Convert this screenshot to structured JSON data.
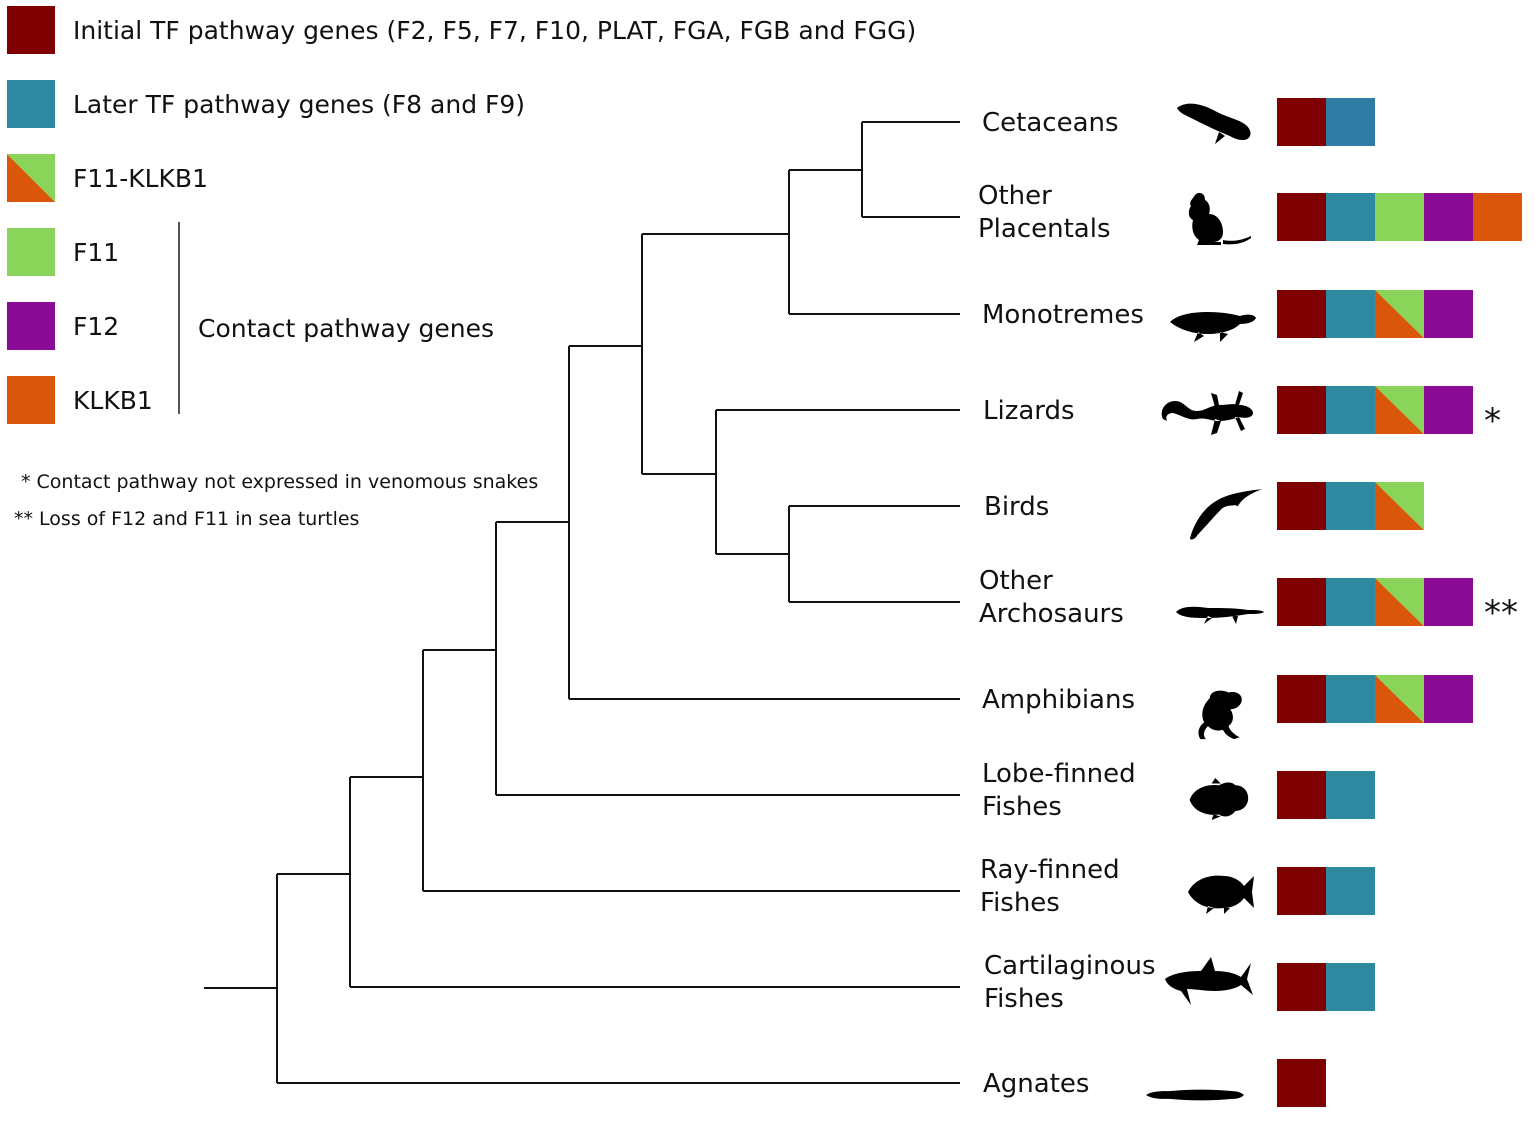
{
  "colors": {
    "initial": "#7f0000",
    "later": "#2e8aa0",
    "later_alt": "#2e7ca3",
    "f11": "#8bd45a",
    "f12": "#8a0b94",
    "klkb1": "#d9560a"
  },
  "legend": {
    "items": [
      {
        "key": "initial",
        "label": "Initial TF pathway genes (F2, F5, F7, F10, PLAT, FGA, FGB  and FGG)",
        "swatch": "initial"
      },
      {
        "key": "later",
        "label": "Later TF pathway genes (F8 and F9)",
        "swatch": "later"
      },
      {
        "key": "f11klkb1",
        "label": "F11-KLKB1",
        "swatch": "split"
      },
      {
        "key": "f11",
        "label": "F11",
        "swatch": "f11"
      },
      {
        "key": "f12",
        "label": "F12",
        "swatch": "f12"
      },
      {
        "key": "klkb1",
        "label": "KLKB1",
        "swatch": "klkb1"
      }
    ],
    "group_label": "Contact pathway genes"
  },
  "notes": [
    "* Contact pathway not expressed in venomous snakes",
    "** Loss of F12 and F11 in sea turtles"
  ],
  "taxa": [
    {
      "id": "cetaceans",
      "lines": [
        "Cetaceans"
      ],
      "icon": "whale-icon",
      "genes": [
        "initial",
        "later_alt"
      ],
      "mark": ""
    },
    {
      "id": "other-placentals",
      "lines": [
        "Other",
        "Placentals"
      ],
      "icon": "rodent-icon",
      "genes": [
        "initial",
        "later",
        "f11",
        "f12",
        "klkb1"
      ],
      "mark": ""
    },
    {
      "id": "monotremes",
      "lines": [
        "Monotremes"
      ],
      "icon": "platypus-icon",
      "genes": [
        "initial",
        "later",
        "split",
        "f12"
      ],
      "mark": ""
    },
    {
      "id": "lizards",
      "lines": [
        "Lizards"
      ],
      "icon": "lizard-icon",
      "genes": [
        "initial",
        "later",
        "split",
        "f12"
      ],
      "mark": "*"
    },
    {
      "id": "birds",
      "lines": [
        "Birds"
      ],
      "icon": "bird-icon",
      "genes": [
        "initial",
        "later",
        "split"
      ],
      "mark": ""
    },
    {
      "id": "other-archosaurs",
      "lines": [
        "Other",
        "Archosaurs"
      ],
      "icon": "crocodile-icon",
      "genes": [
        "initial",
        "later",
        "split",
        "f12"
      ],
      "mark": "**"
    },
    {
      "id": "amphibians",
      "lines": [
        "Amphibians"
      ],
      "icon": "frog-icon",
      "genes": [
        "initial",
        "later",
        "split",
        "f12"
      ],
      "mark": ""
    },
    {
      "id": "lobe-finned-fishes",
      "lines": [
        "Lobe-finned",
        "Fishes"
      ],
      "icon": "coelacanth-icon",
      "genes": [
        "initial",
        "later"
      ],
      "mark": ""
    },
    {
      "id": "ray-finned-fishes",
      "lines": [
        "Ray-finned",
        "Fishes"
      ],
      "icon": "fish-icon",
      "genes": [
        "initial",
        "later"
      ],
      "mark": ""
    },
    {
      "id": "cartilaginous-fishes",
      "lines": [
        "Cartilaginous",
        "Fishes"
      ],
      "icon": "shark-icon",
      "genes": [
        "initial",
        "later"
      ],
      "mark": ""
    },
    {
      "id": "agnates",
      "lines": [
        "Agnates"
      ],
      "icon": "lamprey-icon",
      "genes": [
        "initial"
      ],
      "mark": ""
    }
  ]
}
